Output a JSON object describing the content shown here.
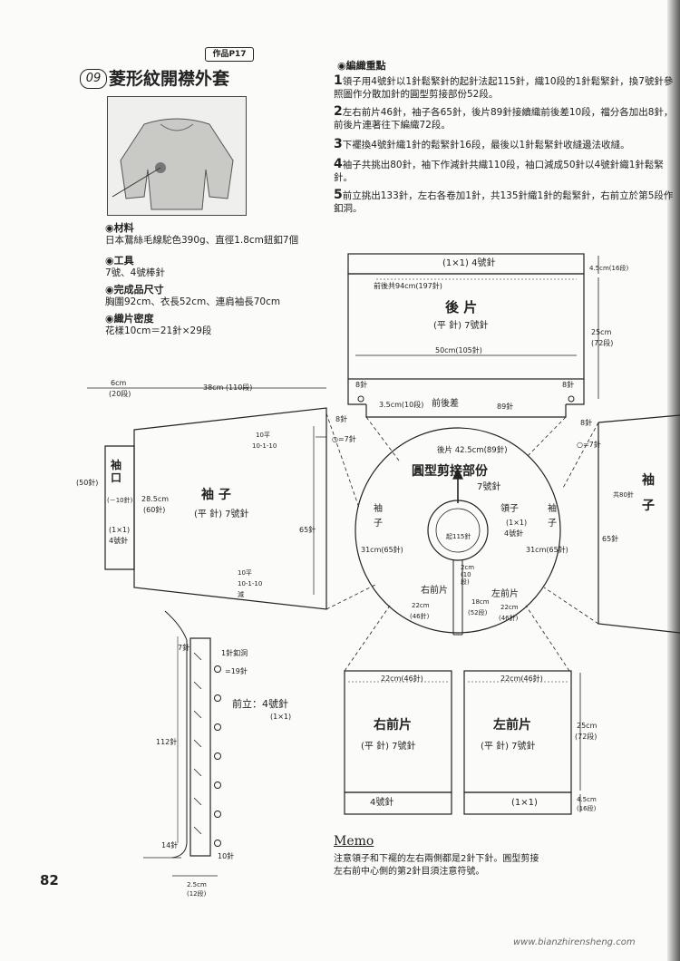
{
  "header": {
    "badge": "作品P17",
    "number": "09",
    "title": "菱形紋開襟外套"
  },
  "materials": {
    "title": "◉材料",
    "text": "日本鵞絲毛線駝色390g、直徑1.8cm鈕釦7個"
  },
  "tools": {
    "title": "◉工具",
    "text": "7號、4號棒針"
  },
  "size": {
    "title": "◉完成品尺寸",
    "text": "胸圍92cm、衣長52cm、連肩袖長70cm"
  },
  "gauge": {
    "title": "◉織片密度",
    "text": "花樣10cm＝21針×29段"
  },
  "points": {
    "title": "◉編織重點",
    "steps": [
      {
        "n": "1",
        "text": "領子用4號針以1針鬆緊針的起針法起115針，織10段的1針鬆緊針，換7號針參照圖作分散加針的圓型剪接部份52段。"
      },
      {
        "n": "2",
        "text": "左右前片46針，袖子各65針，後片89針接續織前後差10段，襠分各加出8針，前後片連著往下編織72段。"
      },
      {
        "n": "3",
        "text": "下襬換4號針織1針的鬆緊針16段，最後以1針鬆緊針收縫邊法收縫。"
      },
      {
        "n": "4",
        "text": "袖子共挑出80針，袖下作減針共織110段，袖口減成50針以4號針織1針鬆緊針。"
      },
      {
        "n": "5",
        "text": "前立挑出133針，左右各卷加1針，共135針織1針的鬆緊針，右前立於第5段作釦洞。"
      }
    ]
  },
  "back": {
    "rib": "(1×1) 4號針",
    "title": "後 片",
    "stitch": "(平 針) 7號針",
    "top_note": "前後共94cm(197針)",
    "width": "50cm(105針)",
    "rib_h": "4.5cm(16段)",
    "len": "25cm",
    "len2": "(72段)",
    "gusset_l": "8針",
    "gusset_r": "8針",
    "diff": "3.5cm(10段)",
    "diff_label": "前後差",
    "st89": "89針"
  },
  "sleeve": {
    "top_w": "6cm",
    "top_w2": "(20段)",
    "len": "38cm (110段)",
    "cuff_title": "袖口",
    "cuff_st": "(50針)",
    "cuff_dec": "(－10針)",
    "cuff_rib": "(1×1)",
    "cuff_needle": "4號針",
    "h": "28.5cm",
    "h2": "(60針)",
    "title": "袖 子",
    "stitch": "(平 針) 7號針",
    "dec_a": "10平",
    "dec_b": "10-1-10",
    "dec_c": "10平",
    "dec_d": "10-1-10",
    "dec_e": "減",
    "st65": "65針",
    "g8": "8針",
    "g7": "○=7針"
  },
  "sleeve_right": {
    "title": "袖",
    "title2": "子",
    "st80": "共80針",
    "g8": "8針",
    "g7": "○=7針",
    "st65": "65針"
  },
  "yoke": {
    "title": "圓型剪接部份",
    "needle": "7號針",
    "back_st": "後片 42.5cm(89針)",
    "collar": "領子",
    "collar_rib": "(1×1)",
    "collar_needle": "4號針",
    "start": "起115針",
    "sleeve_l": "袖",
    "sleeve_l2": "子",
    "sleeve_r": "袖",
    "sleeve_r2": "子",
    "h_l": "31cm(65針)",
    "h_r": "31cm(65針)",
    "rf": "右前片",
    "rf_w": "22cm",
    "rf_w2": "(46針)",
    "lf": "左前片",
    "lf_w": "22cm",
    "lf_w2": "(46針)",
    "rise": "18cm",
    "rise2": "(52段)",
    "rib_h": "2cm (10段)"
  },
  "band": {
    "title": "前立：4號針",
    "rib": "(1×1)",
    "st7": "7針",
    "hole": "1針釦洞",
    "eq19": "=19針",
    "st112": "112針",
    "st14": "14針",
    "st10": "10針",
    "w": "2.5cm",
    "w2": "(12段)"
  },
  "right_front": {
    "w": "22cm(46針)",
    "title": "右前片",
    "stitch": "(平 針) 7號針",
    "rib": "4號針"
  },
  "left_front": {
    "w": "22cm(46針)",
    "title": "左前片",
    "stitch": "(平 針) 7號針",
    "rib": "(1×1)",
    "len": "25cm",
    "len2": "(72段)",
    "rib_h": "4.5cm",
    "rib_h2": "(16段)"
  },
  "memo": {
    "title": "Memo",
    "text1": "注意領子和下襬的左右兩側都是2針下針。圓型剪接",
    "text2": "左右前中心側的第2針目須注意符號。"
  },
  "page_number": "82",
  "watermark": "www.bianzhirensheng.com"
}
